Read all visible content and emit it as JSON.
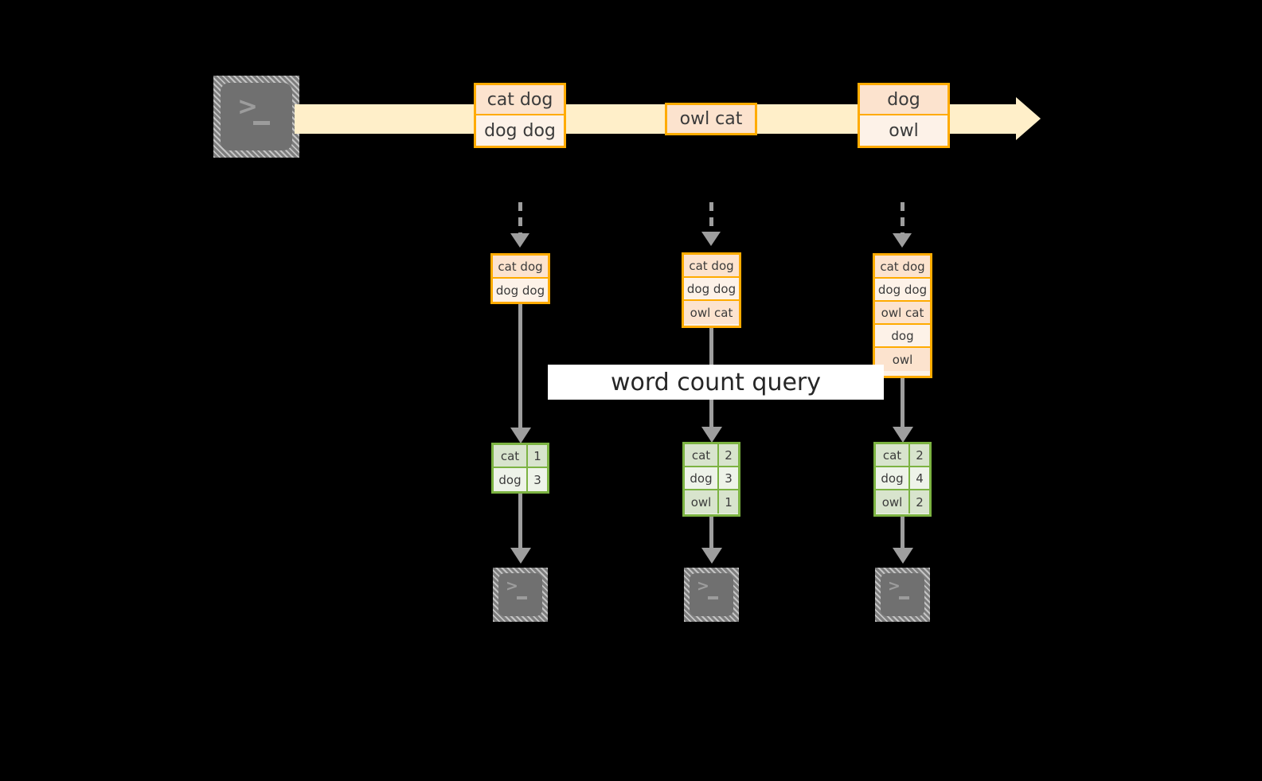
{
  "diagram": {
    "title_label": "word count query",
    "colors": {
      "stream_fill": "#ffefc9",
      "record_border": "#ffab00",
      "record_fill_dark": "#fce3ce",
      "record_fill_light": "#fdf2e8",
      "table_border": "#7cb342",
      "table_fill_dark": "#d8e4cd",
      "table_fill_light": "#eef3e9",
      "arrow": "#9e9e9e",
      "terminal": "#707070",
      "background": "#000000"
    },
    "icons": {
      "source_terminal": "terminal-icon",
      "sink_terminal": "terminal-icon",
      "prompt_glyph": ">",
      "cursor_glyph": "_"
    },
    "stream": {
      "groups": [
        {
          "name": "group-1",
          "lines": [
            "cat dog",
            "dog dog"
          ]
        },
        {
          "name": "group-2",
          "lines": [
            "owl cat"
          ]
        },
        {
          "name": "group-3",
          "lines": [
            "dog",
            "owl"
          ]
        }
      ]
    },
    "snapshots": [
      {
        "name": "snapshot-1",
        "input_lines": [
          "cat dog",
          "dog dog"
        ],
        "counts": [
          {
            "word": "cat",
            "count": "1"
          },
          {
            "word": "dog",
            "count": "3"
          }
        ]
      },
      {
        "name": "snapshot-2",
        "input_lines": [
          "cat dog",
          "dog dog",
          "owl cat"
        ],
        "counts": [
          {
            "word": "cat",
            "count": "2"
          },
          {
            "word": "dog",
            "count": "3"
          },
          {
            "word": "owl",
            "count": "1"
          }
        ]
      },
      {
        "name": "snapshot-3",
        "input_lines": [
          "cat dog",
          "dog dog",
          "owl cat",
          "dog",
          "owl"
        ],
        "counts": [
          {
            "word": "cat",
            "count": "2"
          },
          {
            "word": "dog",
            "count": "4"
          },
          {
            "word": "owl",
            "count": "2"
          }
        ]
      }
    ]
  }
}
